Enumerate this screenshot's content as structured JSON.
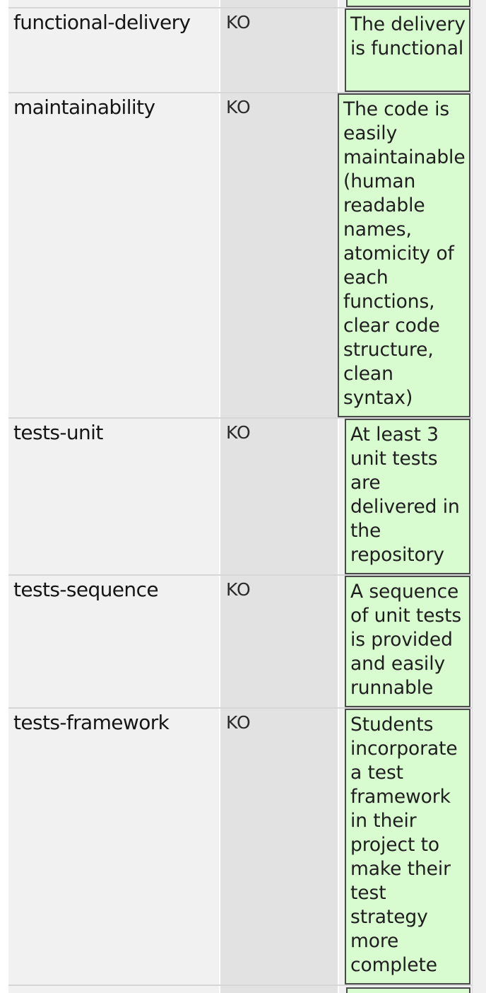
{
  "criteria": [
    {
      "name": "functional-delivery",
      "status": "KO",
      "description": "The delivery is functional"
    },
    {
      "name": "maintainability",
      "status": "KO",
      "description": "The code is easily maintainable (human readable names, atomicity of each functions, clear code structure, clean syntax)"
    },
    {
      "name": "tests-unit",
      "status": "KO",
      "description": "At least 3 unit tests are delivered in the repository"
    },
    {
      "name": "tests-sequence",
      "status": "KO",
      "description": "A sequence of unit tests is provided and easily runnable"
    },
    {
      "name": "tests-framework",
      "status": "KO",
      "description": "Students incorporate a test framework in their project to make their test strategy more complete"
    }
  ],
  "colors": {
    "description_background": "#d8fbd0",
    "name_column_background": "#f1f1f1",
    "status_column_background": "#e2e2e2"
  }
}
